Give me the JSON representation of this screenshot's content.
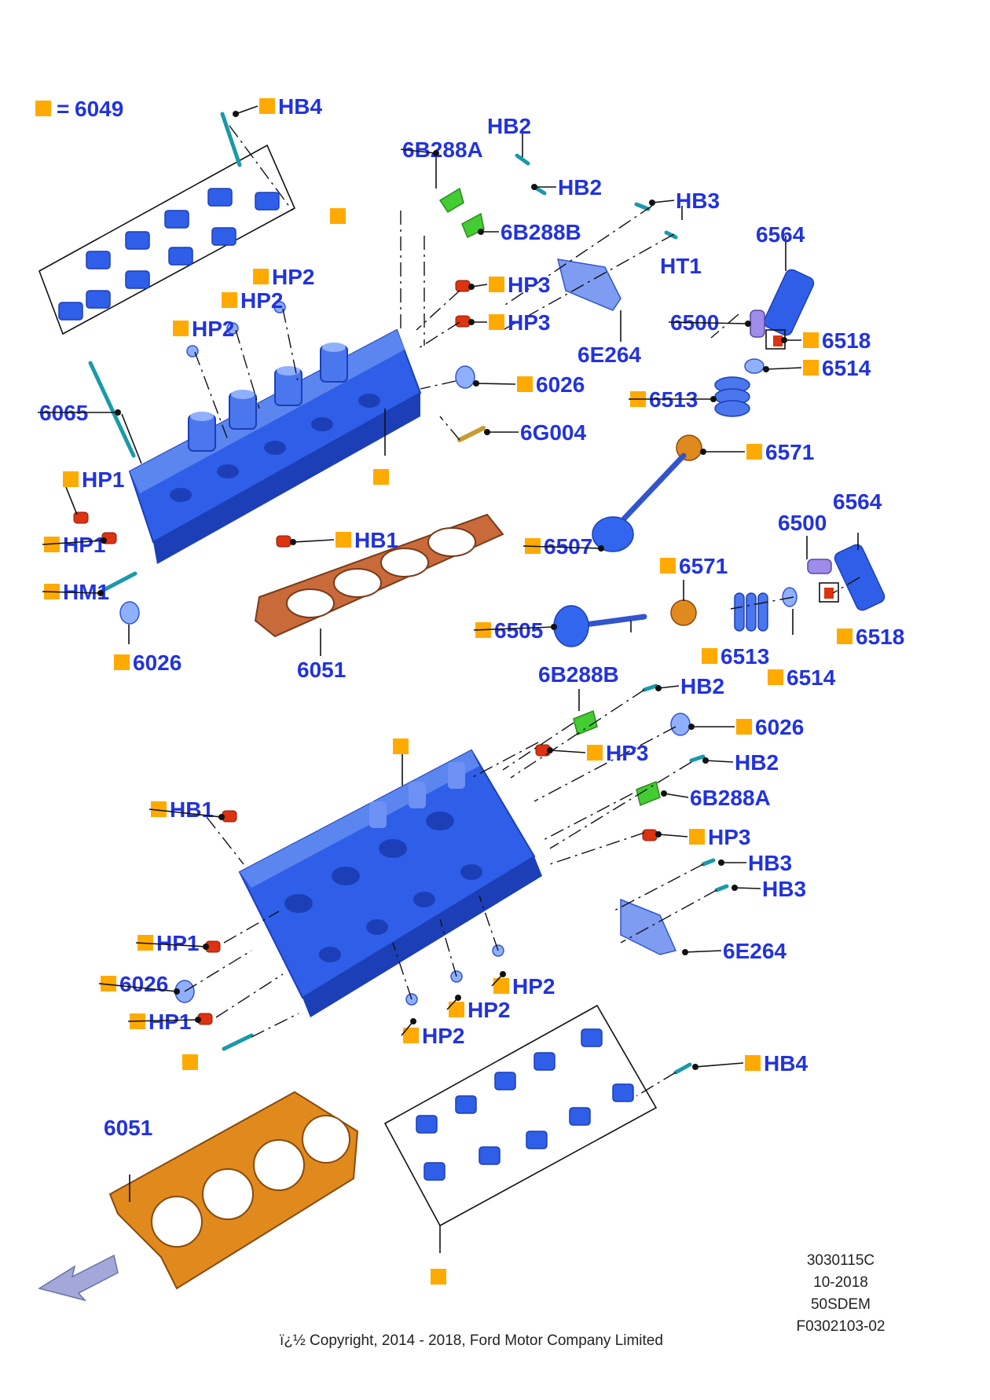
{
  "colors": {
    "label": "#2233dd",
    "marker": "#ffaa00",
    "head": "#2f5fe8",
    "head_dark": "#1c3fb8",
    "gasket": "#d97a10",
    "gasket_upper": "#a0522d",
    "sensor_green": "#44cc33",
    "plug_red": "#dd3311",
    "bolt_cyan": "#33ccdd"
  },
  "legend": {
    "equals": "=",
    "part": "6049"
  },
  "labels": [
    {
      "id": "hb4-top",
      "text": "HB4",
      "marker": true
    },
    {
      "id": "hb2-a",
      "text": "HB2",
      "marker": false
    },
    {
      "id": "6b288a-top",
      "text": "6B288A",
      "marker": false
    },
    {
      "id": "hb2-b",
      "text": "HB2",
      "marker": false
    },
    {
      "id": "hb3-top",
      "text": "HB3",
      "marker": false
    },
    {
      "id": "6b288b-top",
      "text": "6B288B",
      "marker": false
    },
    {
      "id": "ht1",
      "text": "HT1",
      "marker": false
    },
    {
      "id": "6564-top",
      "text": "6564",
      "marker": false
    },
    {
      "id": "hp2-a",
      "text": "HP2",
      "marker": true
    },
    {
      "id": "hp2-b",
      "text": "HP2",
      "marker": true
    },
    {
      "id": "hp2-c",
      "text": "HP2",
      "marker": true
    },
    {
      "id": "hp3-a",
      "text": "HP3",
      "marker": true
    },
    {
      "id": "hp3-b",
      "text": "HP3",
      "marker": true
    },
    {
      "id": "6500-top",
      "text": "6500",
      "marker": false
    },
    {
      "id": "6518-top",
      "text": "6518",
      "marker": true
    },
    {
      "id": "6e264-top",
      "text": "6E264",
      "marker": false
    },
    {
      "id": "6514-top",
      "text": "6514",
      "marker": true
    },
    {
      "id": "6026-a",
      "text": "6026",
      "marker": true
    },
    {
      "id": "6513-top",
      "text": "6513",
      "marker": true
    },
    {
      "id": "6065",
      "text": "6065",
      "marker": false
    },
    {
      "id": "6g004",
      "text": "6G004",
      "marker": false
    },
    {
      "id": "6571-top",
      "text": "6571",
      "marker": true
    },
    {
      "id": "hp1-a",
      "text": "HP1",
      "marker": true
    },
    {
      "id": "6564-mid",
      "text": "6564",
      "marker": false
    },
    {
      "id": "6500-mid",
      "text": "6500",
      "marker": false
    },
    {
      "id": "hp1-b",
      "text": "HP1",
      "marker": true
    },
    {
      "id": "hb1-top",
      "text": "HB1",
      "marker": true
    },
    {
      "id": "6507",
      "text": "6507",
      "marker": true
    },
    {
      "id": "6571-mid",
      "text": "6571",
      "marker": true
    },
    {
      "id": "hm1",
      "text": "HM1",
      "marker": true
    },
    {
      "id": "6505",
      "text": "6505",
      "marker": true
    },
    {
      "id": "6518-mid",
      "text": "6518",
      "marker": true
    },
    {
      "id": "6513-mid",
      "text": "6513",
      "marker": true
    },
    {
      "id": "6026-b",
      "text": "6026",
      "marker": true
    },
    {
      "id": "6051-top",
      "text": "6051",
      "marker": false
    },
    {
      "id": "6514-mid",
      "text": "6514",
      "marker": true
    },
    {
      "id": "6b288b-mid",
      "text": "6B288B",
      "marker": false
    },
    {
      "id": "hb2-c",
      "text": "HB2",
      "marker": false
    },
    {
      "id": "6026-c",
      "text": "6026",
      "marker": true
    },
    {
      "id": "hp3-c",
      "text": "HP3",
      "marker": true
    },
    {
      "id": "hb2-d",
      "text": "HB2",
      "marker": false
    },
    {
      "id": "hb1-bot",
      "text": "HB1",
      "marker": true
    },
    {
      "id": "6b288a-mid",
      "text": "6B288A",
      "marker": false
    },
    {
      "id": "hp3-d",
      "text": "HP3",
      "marker": true
    },
    {
      "id": "hb3-a",
      "text": "HB3",
      "marker": false
    },
    {
      "id": "hb3-b",
      "text": "HB3",
      "marker": false
    },
    {
      "id": "6e264-bot",
      "text": "6E264",
      "marker": false
    },
    {
      "id": "hp1-c",
      "text": "HP1",
      "marker": true
    },
    {
      "id": "6026-d",
      "text": "6026",
      "marker": true
    },
    {
      "id": "hp2-d",
      "text": "HP2",
      "marker": true
    },
    {
      "id": "hp1-d",
      "text": "HP1",
      "marker": true
    },
    {
      "id": "hp2-e",
      "text": "HP2",
      "marker": true
    },
    {
      "id": "hp2-f",
      "text": "HP2",
      "marker": true
    },
    {
      "id": "hb4-bot",
      "text": "HB4",
      "marker": true
    },
    {
      "id": "6051-bot",
      "text": "6051",
      "marker": false
    }
  ],
  "footer": {
    "code_lines": [
      "3030115C",
      "10-2018",
      "50SDEM",
      "F0302103-02"
    ],
    "copyright": "ï¿½ Copyright, 2014 - 2018, Ford Motor Company Limited"
  }
}
